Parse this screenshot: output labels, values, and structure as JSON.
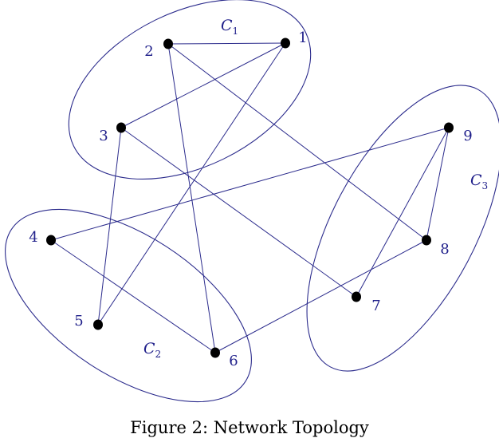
{
  "caption": "Figure 2: Network Topology",
  "colors": {
    "line": "#2b2b8c",
    "node": "#000000",
    "label": "#1f1f8a"
  },
  "clusters": [
    {
      "id": "C1",
      "letter": "C",
      "sub": "1"
    },
    {
      "id": "C2",
      "letter": "C",
      "sub": "2"
    },
    {
      "id": "C3",
      "letter": "C",
      "sub": "3"
    }
  ],
  "nodes": [
    {
      "id": "1",
      "label": "1"
    },
    {
      "id": "2",
      "label": "2"
    },
    {
      "id": "3",
      "label": "3"
    },
    {
      "id": "4",
      "label": "4"
    },
    {
      "id": "5",
      "label": "5"
    },
    {
      "id": "6",
      "label": "6"
    },
    {
      "id": "7",
      "label": "7"
    },
    {
      "id": "8",
      "label": "8"
    },
    {
      "id": "9",
      "label": "9"
    }
  ],
  "edges": [
    [
      "2",
      "1"
    ],
    [
      "1",
      "3"
    ],
    [
      "1",
      "5"
    ],
    [
      "2",
      "6"
    ],
    [
      "2",
      "8"
    ],
    [
      "3",
      "5"
    ],
    [
      "3",
      "7"
    ],
    [
      "4",
      "9"
    ],
    [
      "4",
      "6"
    ],
    [
      "9",
      "8"
    ],
    [
      "9",
      "7"
    ],
    [
      "8",
      "6"
    ]
  ]
}
